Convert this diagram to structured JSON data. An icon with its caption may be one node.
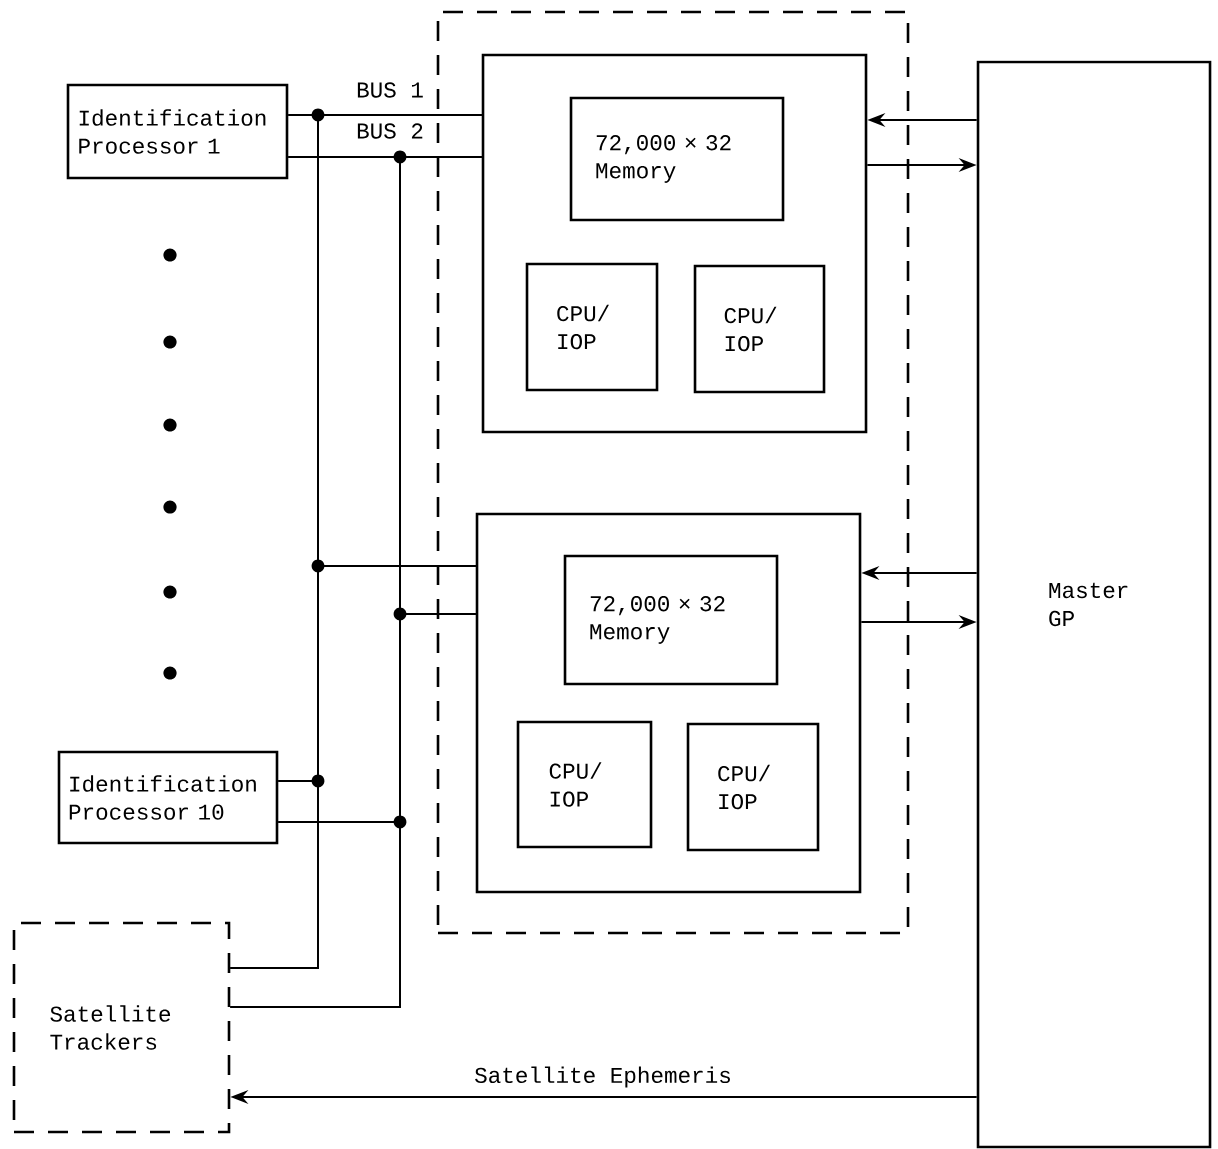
{
  "diagram": {
    "nodes": [
      {
        "text": [],
        "shape": "box"
      },
      {
        "text": [],
        "shape": "box",
        "in": 0
      },
      {
        "text": [
          "72,000 × 32 Memory"
        ],
        "in": 1
      },
      {
        "text": [
          "CPU/ IOP"
        ],
        "in": 1
      },
      {
        "text": [
          "CPU/ IOP"
        ],
        "in": 1
      },
      {
        "text": [],
        "shape": "box",
        "in": 0
      },
      {
        "text": [
          "72,000 × 32 Memory"
        ],
        "in": 5
      },
      {
        "text": [
          "CPU/ IOP"
        ],
        "in": 5
      },
      {
        "text": [
          "CPU/ IOP"
        ],
        "in": 5
      },
      {
        "text": [
          "Identification Processor 1"
        ]
      },
      {
        "text": [
          "Identification Processor 10"
        ]
      },
      {
        "text": [
          "Satellite Trackers"
        ]
      },
      {
        "text": [
          "Master GP"
        ]
      }
    ],
    "edges": [
      {
        "from": 9,
        "to": 1,
        "arrow": "none"
      },
      {
        "from": 9,
        "to": 5,
        "arrow": "none"
      },
      {
        "from": 10,
        "to": 1,
        "arrow": "none"
      },
      {
        "from": 10,
        "to": 5,
        "arrow": "none"
      },
      {
        "from": 11,
        "to": 1,
        "arrow": "none"
      },
      {
        "from": 11,
        "to": 5,
        "arrow": "none"
      },
      {
        "from": 9,
        "to": 1,
        "arrow": "none"
      },
      {
        "from": 9,
        "to": 5,
        "arrow": "none"
      },
      {
        "from": 10,
        "to": 1,
        "arrow": "none"
      },
      {
        "from": 10,
        "to": 5,
        "arrow": "none"
      },
      {
        "from": 11,
        "to": 1,
        "arrow": "none"
      },
      {
        "from": 11,
        "to": 5,
        "arrow": "none"
      },
      {
        "from": 12,
        "to": 1,
        "arrow": "to"
      },
      {
        "from": 1,
        "to": 12,
        "arrow": "to"
      },
      {
        "from": 12,
        "to": 5,
        "arrow": "to"
      },
      {
        "from": 5,
        "to": 12,
        "arrow": "to"
      },
      {
        "from": 12,
        "to": 11,
        "arrow": "to",
        "label": "Satellite Ephemeris"
      }
    ],
    "labels": [
      "BUS 1",
      "BUS 2"
    ]
  }
}
